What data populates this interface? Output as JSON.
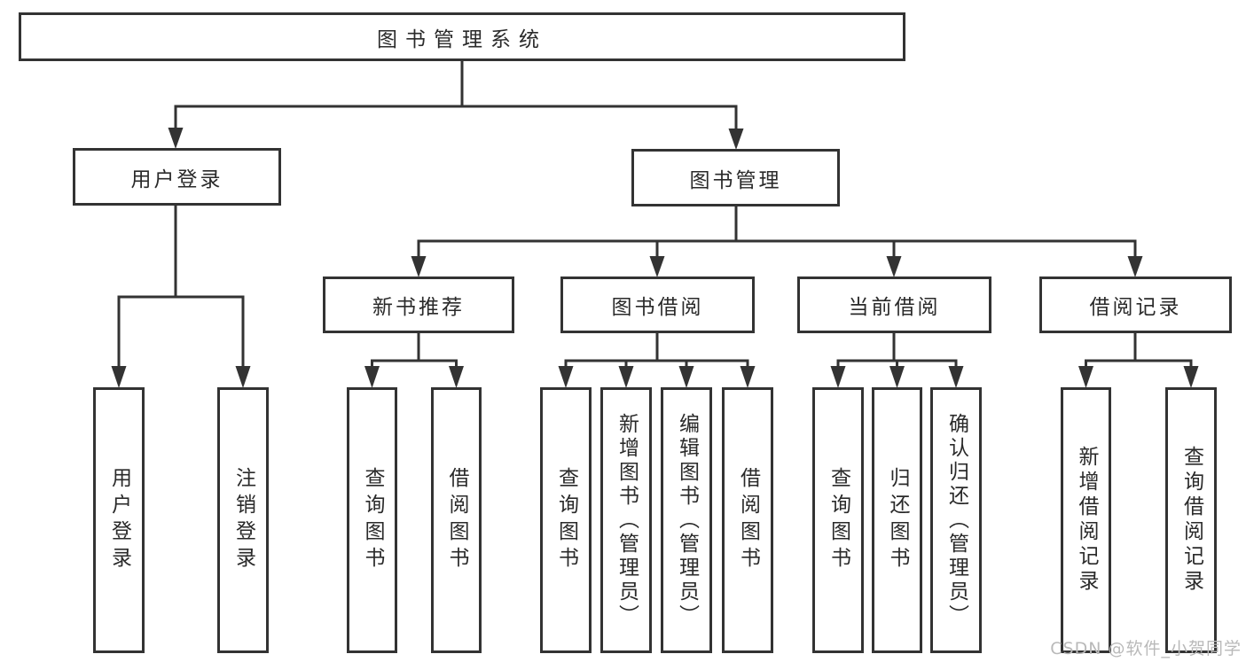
{
  "diagram": {
    "root": "图书管理系统",
    "level1": {
      "left": "用户登录",
      "right": "图书管理"
    },
    "level2": [
      "新书推荐",
      "图书借阅",
      "当前借阅",
      "借阅记录"
    ],
    "leaves": {
      "user_login": [
        "用户登录",
        "注销登录"
      ],
      "new_book": [
        "查询图书",
        "借阅图书"
      ],
      "book_borrow": [
        "查询图书",
        "新增图书（管理员）",
        "编辑图书（管理员）",
        "借阅图书"
      ],
      "current_borrow": [
        "查询图书",
        "归还图书",
        "确认归还（管理员）"
      ],
      "borrow_record": [
        "新增借阅记录",
        "查询借阅记录"
      ]
    }
  },
  "watermark": "CSDN @软件_小贺同学",
  "colors": {
    "line": "#333333",
    "box_background": "#ffffff",
    "text": "#2a2a2a",
    "watermark": "#b9b9b9"
  }
}
